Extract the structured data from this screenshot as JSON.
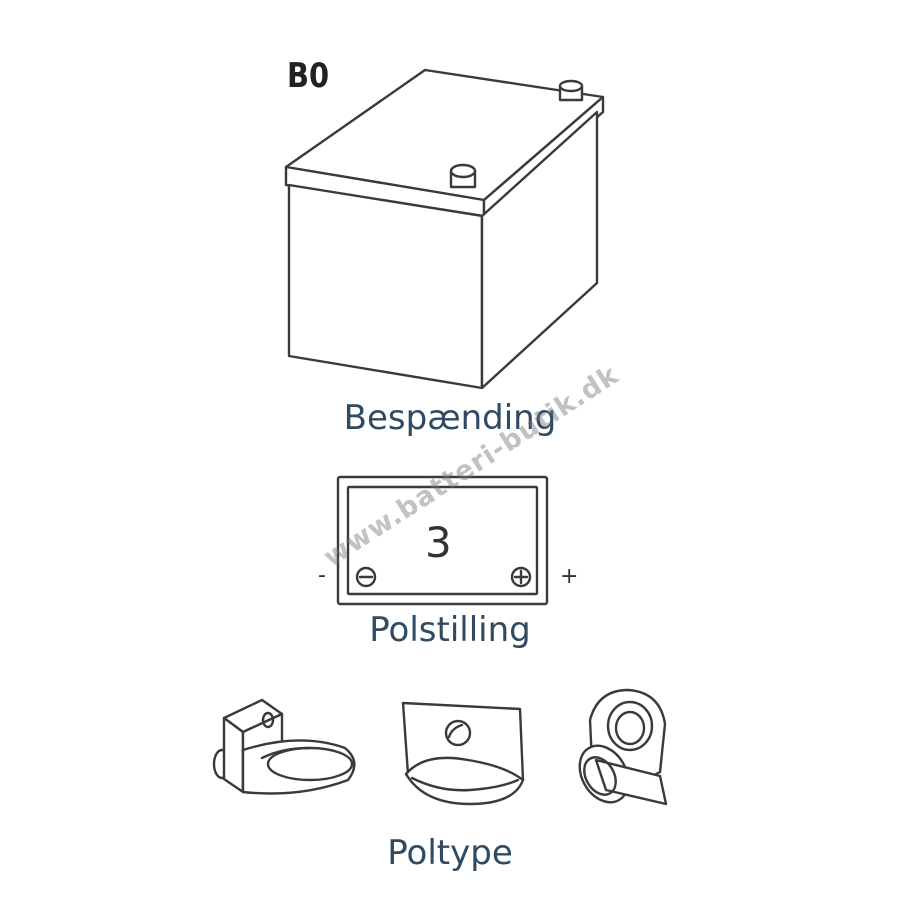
{
  "model_code": "B0",
  "watermark": "www.batteri-butik.dk",
  "sections": {
    "hold_down": {
      "label": "Bespænding"
    },
    "terminal_layout": {
      "label": "Polstilling",
      "layout_number": "3",
      "minus_sign": "-",
      "plus_sign": "+"
    },
    "terminal_type": {
      "label": "Poltype"
    }
  },
  "icons": {
    "battery": "battery-b0-icon",
    "negative_terminal": "minus-circle-icon",
    "positive_terminal": "plus-circle-icon",
    "terminal_types": [
      "l-terminal-icon",
      "flag-terminal-icon",
      "ring-terminal-icon"
    ]
  },
  "colors": {
    "caption": "#2f4a63",
    "line": "#3a3a3a"
  }
}
